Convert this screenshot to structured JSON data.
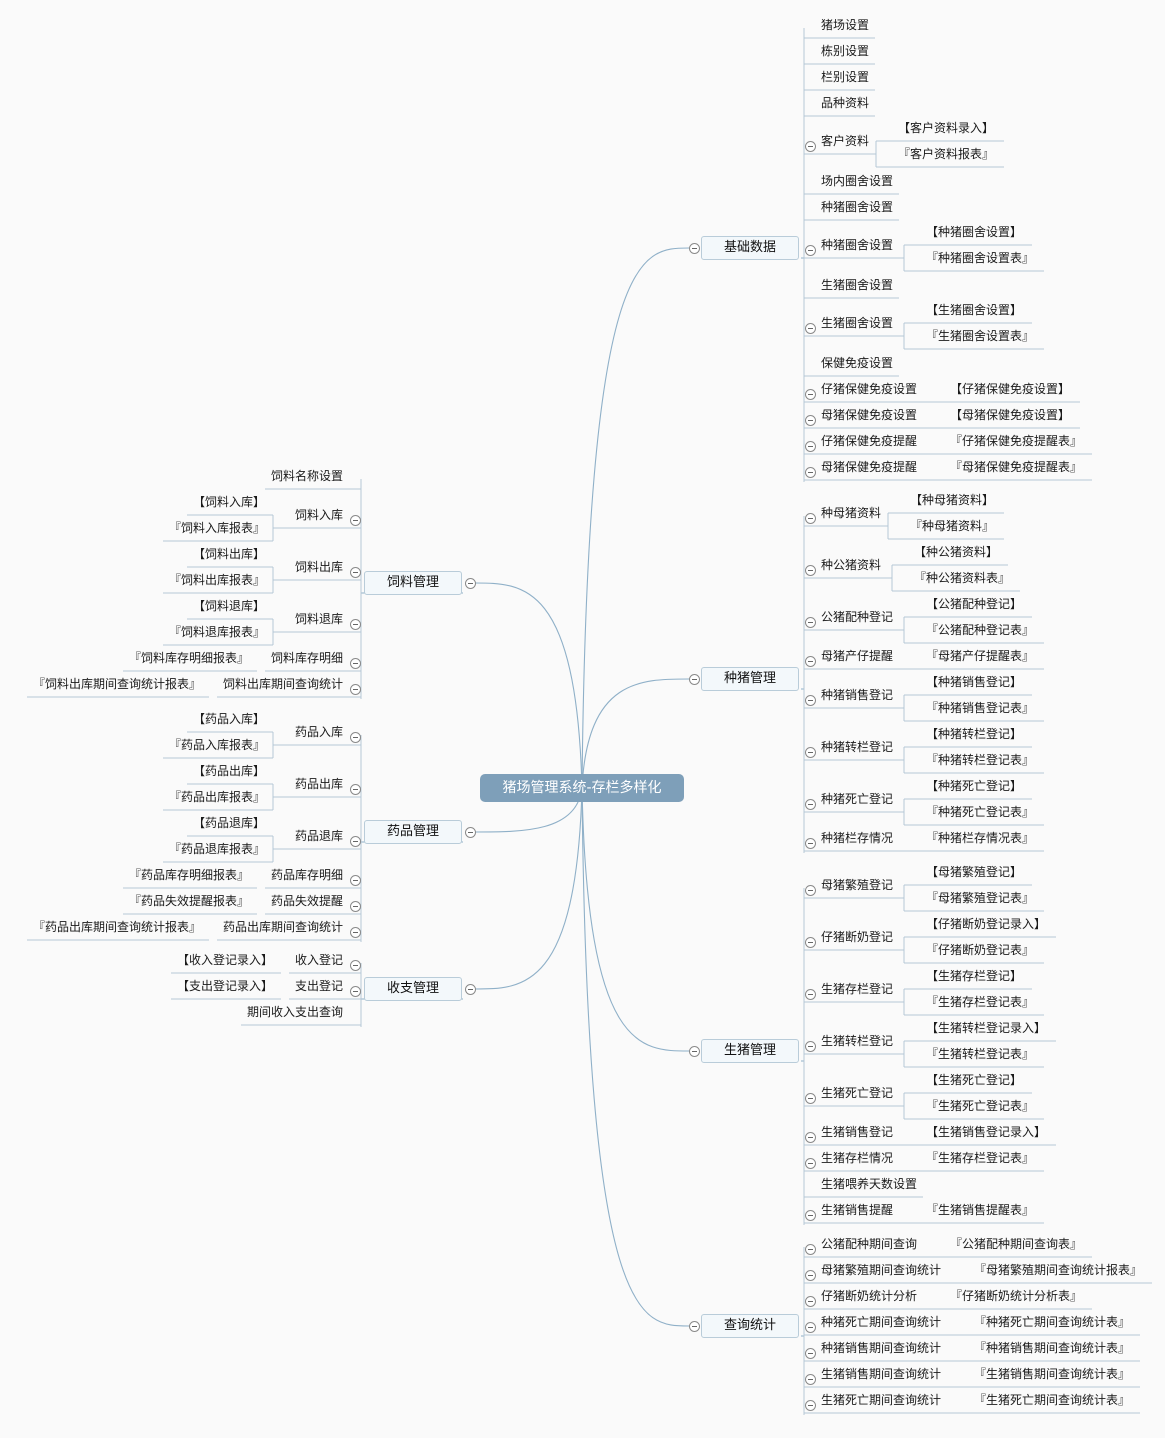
{
  "center": "猪场管理系统-存栏多样化",
  "colors": {
    "line": "#8fb0c8",
    "underline": "#b5c8d6",
    "center_bg": "#7e9fb9"
  },
  "branches": [
    {
      "label": "基础数据",
      "side": "right",
      "items": [
        {
          "label": "猪场设置"
        },
        {
          "label": "栋别设置"
        },
        {
          "label": "栏别设置"
        },
        {
          "label": "品种资料"
        },
        {
          "label": "客户资料",
          "children": [
            "【客户资料录入】",
            "『客户资料报表』"
          ]
        },
        {
          "label": "场内圈舍设置"
        },
        {
          "label": "种猪圈舍设置"
        },
        {
          "label": "种猪圈舍设置",
          "children": [
            "【种猪圈舍设置】",
            "『种猪圈舍设置表』"
          ]
        },
        {
          "label": "生猪圈舍设置"
        },
        {
          "label": "生猪圈舍设置",
          "children": [
            "【生猪圈舍设置】",
            "『生猪圈舍设置表』"
          ]
        },
        {
          "label": "保健免疫设置"
        },
        {
          "label": "仔猪保健免疫设置",
          "children": [
            "【仔猪保健免疫设置】"
          ]
        },
        {
          "label": "母猪保健免疫设置",
          "children": [
            "【母猪保健免疫设置】"
          ]
        },
        {
          "label": "仔猪保健免疫提醒",
          "children": [
            "『仔猪保健免疫提醒表』"
          ]
        },
        {
          "label": "母猪保健免疫提醒",
          "children": [
            "『母猪保健免疫提醒表』"
          ]
        }
      ]
    },
    {
      "label": "种猪管理",
      "side": "right",
      "items": [
        {
          "label": "种母猪资料",
          "children": [
            "【种母猪资料】",
            "『种母猪资料』"
          ]
        },
        {
          "label": "种公猪资料",
          "children": [
            "【种公猪资料】",
            "『种公猪资料表』"
          ]
        },
        {
          "label": "公猪配种登记",
          "children": [
            "【公猪配种登记】",
            "『公猪配种登记表』"
          ]
        },
        {
          "label": "母猪产仔提醒",
          "children": [
            "『母猪产仔提醒表』"
          ]
        },
        {
          "label": "种猪销售登记",
          "children": [
            "【种猪销售登记】",
            "『种猪销售登记表』"
          ]
        },
        {
          "label": "种猪转栏登记",
          "children": [
            "【种猪转栏登记】",
            "『种猪转栏登记表』"
          ]
        },
        {
          "label": "种猪死亡登记",
          "children": [
            "【种猪死亡登记】",
            "『种猪死亡登记表』"
          ]
        },
        {
          "label": "种猪栏存情况",
          "children": [
            "『种猪栏存情况表』"
          ]
        }
      ]
    },
    {
      "label": "生猪管理",
      "side": "right",
      "items": [
        {
          "label": "母猪繁殖登记",
          "children": [
            "【母猪繁殖登记】",
            "『母猪繁殖登记表』"
          ]
        },
        {
          "label": "仔猪断奶登记",
          "children": [
            "【仔猪断奶登记录入】",
            "『仔猪断奶登记表』"
          ]
        },
        {
          "label": "生猪存栏登记",
          "children": [
            "【生猪存栏登记】",
            "『生猪存栏登记表』"
          ]
        },
        {
          "label": "生猪转栏登记",
          "children": [
            "【生猪转栏登记录入】",
            "『生猪转栏登记表』"
          ]
        },
        {
          "label": "生猪死亡登记",
          "children": [
            "【生猪死亡登记】",
            "『生猪死亡登记表』"
          ]
        },
        {
          "label": "生猪销售登记",
          "children": [
            "【生猪销售登记录入】"
          ]
        },
        {
          "label": "生猪存栏情况",
          "children": [
            "『生猪存栏登记表』"
          ]
        },
        {
          "label": "生猪喂养天数设置"
        },
        {
          "label": "生猪销售提醒",
          "children": [
            "『生猪销售提醒表』"
          ]
        }
      ]
    },
    {
      "label": "查询统计",
      "side": "right",
      "items": [
        {
          "label": "公猪配种期间查询",
          "children": [
            "『公猪配种期间查询表』"
          ]
        },
        {
          "label": "母猪繁殖期间查询统计",
          "children": [
            "『母猪繁殖期间查询统计报表』"
          ]
        },
        {
          "label": "仔猪断奶统计分析",
          "children": [
            "『仔猪断奶统计分析表』"
          ]
        },
        {
          "label": "种猪死亡期间查询统计",
          "children": [
            "『种猪死亡期间查询统计表』"
          ]
        },
        {
          "label": "种猪销售期间查询统计",
          "children": [
            "『种猪销售期间查询统计表』"
          ]
        },
        {
          "label": "生猪销售期间查询统计",
          "children": [
            "『生猪销售期间查询统计表』"
          ]
        },
        {
          "label": "生猪死亡期间查询统计",
          "children": [
            "『生猪死亡期间查询统计表』"
          ]
        }
      ]
    },
    {
      "label": "饲料管理",
      "side": "left",
      "items": [
        {
          "label": "饲料名称设置"
        },
        {
          "label": "饲料入库",
          "children": [
            "【饲料入库】",
            "『饲料入库报表』"
          ]
        },
        {
          "label": "饲料出库",
          "children": [
            "【饲料出库】",
            "『饲料出库报表』"
          ]
        },
        {
          "label": "饲料退库",
          "children": [
            "【饲料退库】",
            "『饲料退库报表』"
          ]
        },
        {
          "label": "饲料库存明细",
          "children": [
            "『饲料库存明细报表』"
          ]
        },
        {
          "label": "饲料出库期间查询统计",
          "children": [
            "『饲料出库期间查询统计报表』"
          ]
        }
      ]
    },
    {
      "label": "药品管理",
      "side": "left",
      "items": [
        {
          "label": "药品入库",
          "children": [
            "【药品入库】",
            "『药品入库报表』"
          ]
        },
        {
          "label": "药品出库",
          "children": [
            "【药品出库】",
            "『药品出库报表』"
          ]
        },
        {
          "label": "药品退库",
          "children": [
            "【药品退库】",
            "『药品退库报表』"
          ]
        },
        {
          "label": "药品库存明细",
          "children": [
            "『药品库存明细报表』"
          ]
        },
        {
          "label": "药品失效提醒",
          "children": [
            "『药品失效提醒报表』"
          ]
        },
        {
          "label": "药品出库期间查询统计",
          "children": [
            "『药品出库期间查询统计报表』"
          ]
        }
      ]
    },
    {
      "label": "收支管理",
      "side": "left",
      "items": [
        {
          "label": "收入登记",
          "children": [
            "【收入登记录入】"
          ]
        },
        {
          "label": "支出登记",
          "children": [
            "【支出登记录入】"
          ]
        },
        {
          "label": "期间收入支出查询"
        }
      ]
    }
  ]
}
